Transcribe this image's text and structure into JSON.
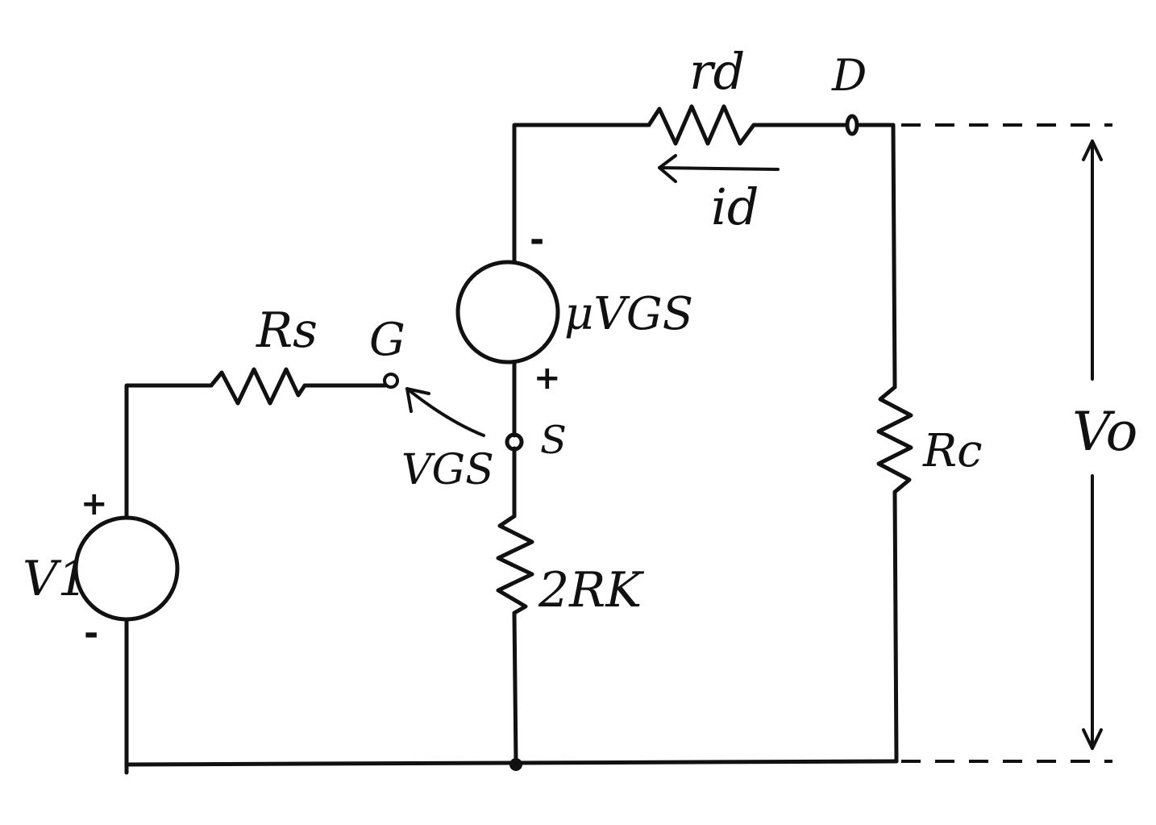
{
  "labels": {
    "rs": "Rs",
    "g": "G",
    "vgs": "VGS",
    "s": "S",
    "v1": "V1",
    "mu_vgs": "μVGS",
    "rd": "rd",
    "id": "id",
    "d": "D",
    "rc": "Rc",
    "two_rk": "2RK",
    "vo": "Vo"
  },
  "polarity": {
    "v1_plus": "+",
    "v1_minus": "-",
    "mu_plus": "+",
    "mu_minus": "-"
  },
  "colors": {
    "ink": "#111111",
    "paper": "#ffffff"
  }
}
